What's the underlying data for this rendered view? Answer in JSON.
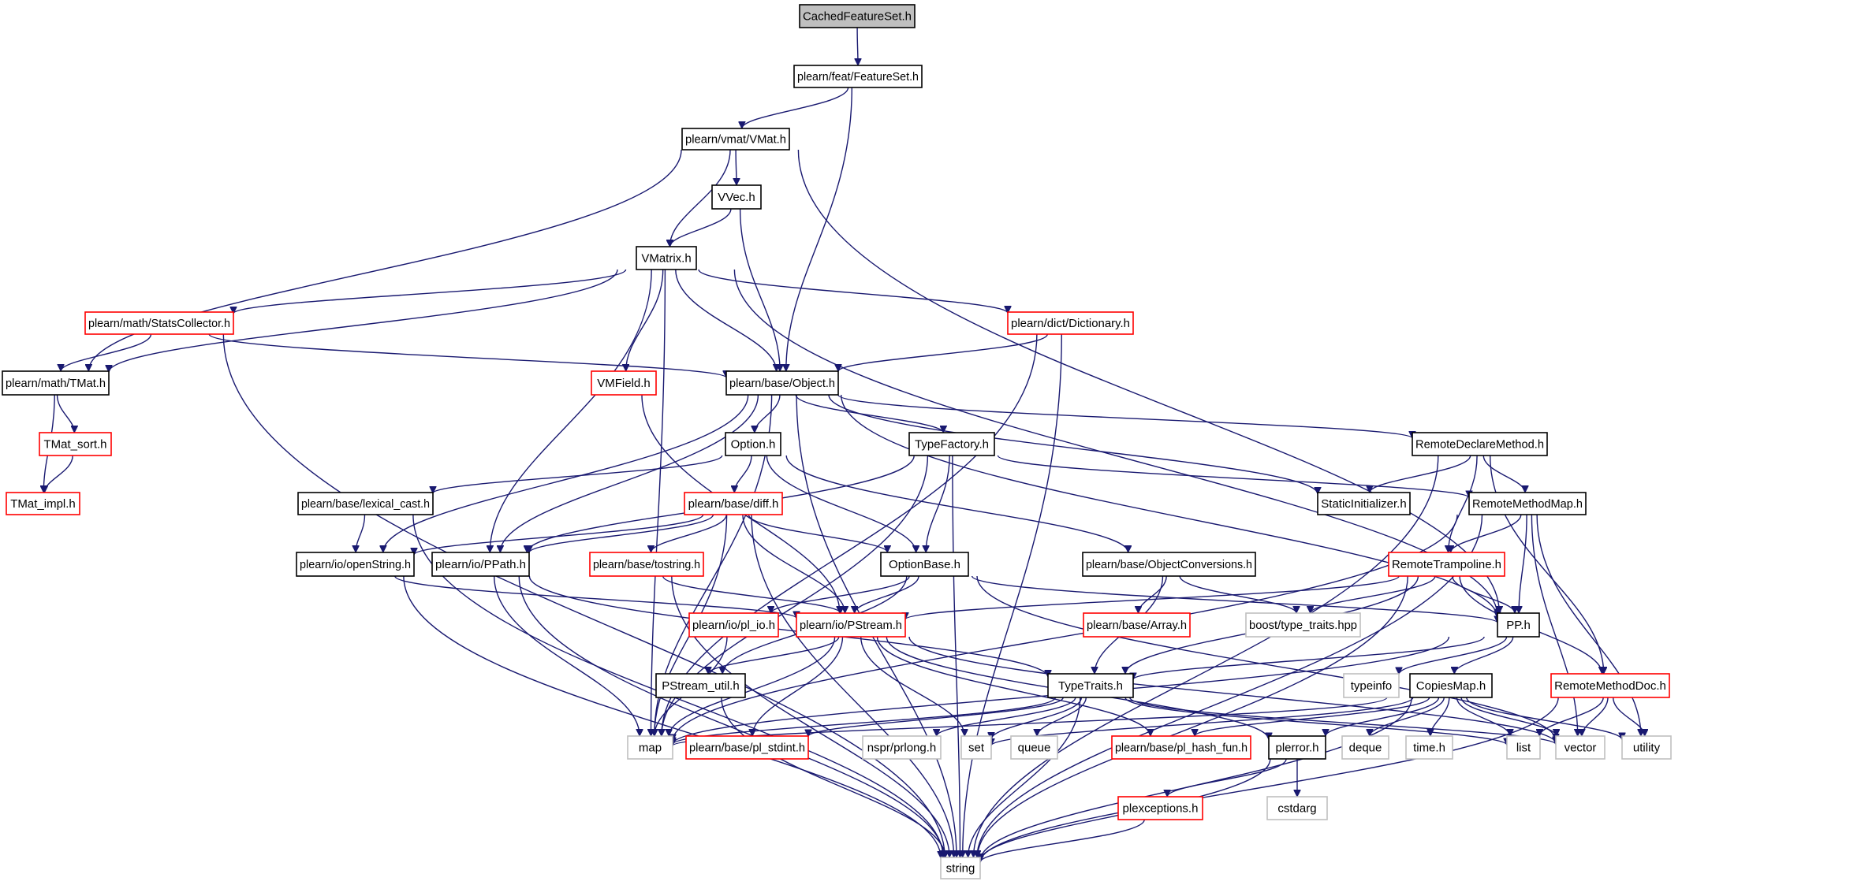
{
  "title": "CachedFeatureSet.h include dependency graph",
  "colors": {
    "root_fill": "#bfbfbf",
    "normal_border": "#000000",
    "truncated_border": "#ff0000",
    "external_border": "#bfbfbf",
    "edge": "#191970"
  },
  "nodes": [
    {
      "id": "cached",
      "label": "CachedFeatureSet.h",
      "kind": "root"
    },
    {
      "id": "featureset",
      "label": "plearn/feat/FeatureSet.h",
      "kind": "normal"
    },
    {
      "id": "vmat",
      "label": "plearn/vmat/VMat.h",
      "kind": "normal"
    },
    {
      "id": "vvec",
      "label": "VVec.h",
      "kind": "normal"
    },
    {
      "id": "vmatrix",
      "label": "VMatrix.h",
      "kind": "normal"
    },
    {
      "id": "statscollector",
      "label": "plearn/math/StatsCollector.h",
      "kind": "truncated"
    },
    {
      "id": "dictionary",
      "label": "plearn/dict/Dictionary.h",
      "kind": "truncated"
    },
    {
      "id": "tmat",
      "label": "plearn/math/TMat.h",
      "kind": "normal"
    },
    {
      "id": "vmfield",
      "label": "VMField.h",
      "kind": "truncated"
    },
    {
      "id": "object",
      "label": "plearn/base/Object.h",
      "kind": "normal"
    },
    {
      "id": "tmatsort",
      "label": "TMat_sort.h",
      "kind": "truncated"
    },
    {
      "id": "option",
      "label": "Option.h",
      "kind": "normal"
    },
    {
      "id": "typefactory",
      "label": "TypeFactory.h",
      "kind": "normal"
    },
    {
      "id": "remotedeclare",
      "label": "RemoteDeclareMethod.h",
      "kind": "normal"
    },
    {
      "id": "tmatimpl",
      "label": "TMat_impl.h",
      "kind": "truncated"
    },
    {
      "id": "lexicalcast",
      "label": "plearn/base/lexical_cast.h",
      "kind": "normal"
    },
    {
      "id": "diff",
      "label": "plearn/base/diff.h",
      "kind": "truncated"
    },
    {
      "id": "staticinit",
      "label": "StaticInitializer.h",
      "kind": "normal"
    },
    {
      "id": "remotemethodmap",
      "label": "RemoteMethodMap.h",
      "kind": "normal"
    },
    {
      "id": "openstring",
      "label": "plearn/io/openString.h",
      "kind": "normal"
    },
    {
      "id": "ppath",
      "label": "plearn/io/PPath.h",
      "kind": "normal"
    },
    {
      "id": "tostring",
      "label": "plearn/base/tostring.h",
      "kind": "truncated"
    },
    {
      "id": "optionbase",
      "label": "OptionBase.h",
      "kind": "normal"
    },
    {
      "id": "objconv",
      "label": "plearn/base/ObjectConversions.h",
      "kind": "normal"
    },
    {
      "id": "remotetrampoline",
      "label": "RemoteTrampoline.h",
      "kind": "truncated"
    },
    {
      "id": "plio",
      "label": "plearn/io/pl_io.h",
      "kind": "truncated"
    },
    {
      "id": "pstream",
      "label": "plearn/io/PStream.h",
      "kind": "truncated"
    },
    {
      "id": "array",
      "label": "plearn/base/Array.h",
      "kind": "truncated"
    },
    {
      "id": "boosttt",
      "label": "boost/type_traits.hpp",
      "kind": "external"
    },
    {
      "id": "pp",
      "label": "PP.h",
      "kind": "normal"
    },
    {
      "id": "pstreamutil",
      "label": "PStream_util.h",
      "kind": "normal"
    },
    {
      "id": "typetraits",
      "label": "TypeTraits.h",
      "kind": "normal"
    },
    {
      "id": "typeinfo",
      "label": "typeinfo",
      "kind": "external"
    },
    {
      "id": "copiesmap",
      "label": "CopiesMap.h",
      "kind": "normal"
    },
    {
      "id": "remotemethoddoc",
      "label": "RemoteMethodDoc.h",
      "kind": "truncated"
    },
    {
      "id": "map",
      "label": "map",
      "kind": "external"
    },
    {
      "id": "plstdint",
      "label": "plearn/base/pl_stdint.h",
      "kind": "truncated"
    },
    {
      "id": "prlong",
      "label": "nspr/prlong.h",
      "kind": "external"
    },
    {
      "id": "set",
      "label": "set",
      "kind": "external"
    },
    {
      "id": "queue",
      "label": "queue",
      "kind": "external"
    },
    {
      "id": "plhashfun",
      "label": "plearn/base/pl_hash_fun.h",
      "kind": "truncated"
    },
    {
      "id": "plerror",
      "label": "plerror.h",
      "kind": "normal"
    },
    {
      "id": "deque",
      "label": "deque",
      "kind": "external"
    },
    {
      "id": "timeh",
      "label": "time.h",
      "kind": "external"
    },
    {
      "id": "list",
      "label": "list",
      "kind": "external"
    },
    {
      "id": "vector",
      "label": "vector",
      "kind": "external"
    },
    {
      "id": "utility",
      "label": "utility",
      "kind": "external"
    },
    {
      "id": "plexceptions",
      "label": "plexceptions.h",
      "kind": "truncated"
    },
    {
      "id": "cstdarg",
      "label": "cstdarg",
      "kind": "external"
    },
    {
      "id": "string",
      "label": "string",
      "kind": "external"
    }
  ],
  "edges": [
    [
      "cached",
      "featureset"
    ],
    [
      "featureset",
      "vmat"
    ],
    [
      "featureset",
      "object"
    ],
    [
      "vmat",
      "vvec"
    ],
    [
      "vmat",
      "vmatrix"
    ],
    [
      "vmat",
      "tmat"
    ],
    [
      "vmat",
      "pp"
    ],
    [
      "vvec",
      "vmatrix"
    ],
    [
      "vvec",
      "object"
    ],
    [
      "vmatrix",
      "statscollector"
    ],
    [
      "vmatrix",
      "dictionary"
    ],
    [
      "vmatrix",
      "tmat"
    ],
    [
      "vmatrix",
      "vmfield"
    ],
    [
      "vmatrix",
      "object"
    ],
    [
      "vmatrix",
      "ppath"
    ],
    [
      "vmatrix",
      "map"
    ],
    [
      "vmatrix",
      "pp"
    ],
    [
      "statscollector",
      "tmat"
    ],
    [
      "statscollector",
      "object"
    ],
    [
      "statscollector",
      "string"
    ],
    [
      "dictionary",
      "object"
    ],
    [
      "dictionary",
      "map"
    ],
    [
      "dictionary",
      "string"
    ],
    [
      "tmat",
      "tmatsort"
    ],
    [
      "tmat",
      "tmatimpl"
    ],
    [
      "tmatsort",
      "tmatimpl"
    ],
    [
      "vmfield",
      "pstream"
    ],
    [
      "object",
      "option"
    ],
    [
      "object",
      "typefactory"
    ],
    [
      "object",
      "remotedeclare"
    ],
    [
      "object",
      "staticinit"
    ],
    [
      "object",
      "openstring"
    ],
    [
      "object",
      "ppath"
    ],
    [
      "object",
      "pp"
    ],
    [
      "object",
      "map"
    ],
    [
      "object",
      "string"
    ],
    [
      "option",
      "diff"
    ],
    [
      "option",
      "optionbase"
    ],
    [
      "option",
      "lexicalcast"
    ],
    [
      "option",
      "objconv"
    ],
    [
      "typefactory",
      "optionbase"
    ],
    [
      "typefactory",
      "remotemethodmap"
    ],
    [
      "typefactory",
      "ppath"
    ],
    [
      "typefactory",
      "map"
    ],
    [
      "typefactory",
      "string"
    ],
    [
      "remotedeclare",
      "staticinit"
    ],
    [
      "remotedeclare",
      "remotemethodmap"
    ],
    [
      "remotedeclare",
      "remotetrampoline"
    ],
    [
      "remotedeclare",
      "remotemethoddoc"
    ],
    [
      "remotedeclare",
      "string"
    ],
    [
      "lexicalcast",
      "openstring"
    ],
    [
      "lexicalcast",
      "string"
    ],
    [
      "diff",
      "openstring"
    ],
    [
      "diff",
      "ppath"
    ],
    [
      "diff",
      "tostring"
    ],
    [
      "diff",
      "optionbase"
    ],
    [
      "diff",
      "pstream"
    ],
    [
      "diff",
      "map"
    ],
    [
      "diff",
      "string"
    ],
    [
      "remotemethodmap",
      "remotetrampoline"
    ],
    [
      "remotemethodmap",
      "pp"
    ],
    [
      "remotemethodmap",
      "map"
    ],
    [
      "remotemethodmap",
      "vector"
    ],
    [
      "remotemethodmap",
      "utility"
    ],
    [
      "remotemethodmap",
      "string"
    ],
    [
      "openstring",
      "pstream"
    ],
    [
      "openstring",
      "string"
    ],
    [
      "ppath",
      "typetraits"
    ],
    [
      "ppath",
      "map"
    ],
    [
      "ppath",
      "string"
    ],
    [
      "tostring",
      "pstream"
    ],
    [
      "tostring",
      "string"
    ],
    [
      "optionbase",
      "plio"
    ],
    [
      "optionbase",
      "pstream"
    ],
    [
      "optionbase",
      "pp"
    ],
    [
      "optionbase",
      "pstreamutil"
    ],
    [
      "optionbase",
      "vector"
    ],
    [
      "objconv",
      "array"
    ],
    [
      "objconv",
      "boosttt"
    ],
    [
      "objconv",
      "typetraits"
    ],
    [
      "remotetrampoline",
      "pstream"
    ],
    [
      "remotetrampoline",
      "boosttt"
    ],
    [
      "remotetrampoline",
      "pp"
    ],
    [
      "remotetrampoline",
      "remotemethoddoc"
    ],
    [
      "remotetrampoline",
      "typetraits"
    ],
    [
      "remotetrampoline",
      "string"
    ],
    [
      "plio",
      "map"
    ],
    [
      "pstream",
      "pstreamutil"
    ],
    [
      "pstream",
      "map"
    ],
    [
      "pstream",
      "plstdint"
    ],
    [
      "pstream",
      "set"
    ],
    [
      "pstream",
      "plhashfun"
    ],
    [
      "pstream",
      "plerror"
    ],
    [
      "pstream",
      "vector"
    ],
    [
      "pp",
      "typetraits"
    ],
    [
      "pp",
      "typeinfo"
    ],
    [
      "pp",
      "copiesmap"
    ],
    [
      "pp",
      "map"
    ],
    [
      "pstreamutil",
      "string"
    ],
    [
      "typetraits",
      "map"
    ],
    [
      "typetraits",
      "plstdint"
    ],
    [
      "typetraits",
      "prlong"
    ],
    [
      "typetraits",
      "set"
    ],
    [
      "typetraits",
      "queue"
    ],
    [
      "typetraits",
      "list"
    ],
    [
      "typetraits",
      "vector"
    ],
    [
      "typetraits",
      "string"
    ],
    [
      "copiesmap",
      "map"
    ],
    [
      "copiesmap",
      "set"
    ],
    [
      "copiesmap",
      "plhashfun"
    ],
    [
      "copiesmap",
      "plerror"
    ],
    [
      "copiesmap",
      "deque"
    ],
    [
      "copiesmap",
      "timeh"
    ],
    [
      "copiesmap",
      "list"
    ],
    [
      "copiesmap",
      "vector"
    ],
    [
      "copiesmap",
      "utility"
    ],
    [
      "copiesmap",
      "string"
    ],
    [
      "remotemethoddoc",
      "list"
    ],
    [
      "remotemethoddoc",
      "vector"
    ],
    [
      "remotemethoddoc",
      "utility"
    ],
    [
      "remotemethoddoc",
      "string"
    ],
    [
      "plerror",
      "plexceptions"
    ],
    [
      "plerror",
      "cstdarg"
    ],
    [
      "plerror",
      "string"
    ],
    [
      "plexceptions",
      "string"
    ]
  ]
}
